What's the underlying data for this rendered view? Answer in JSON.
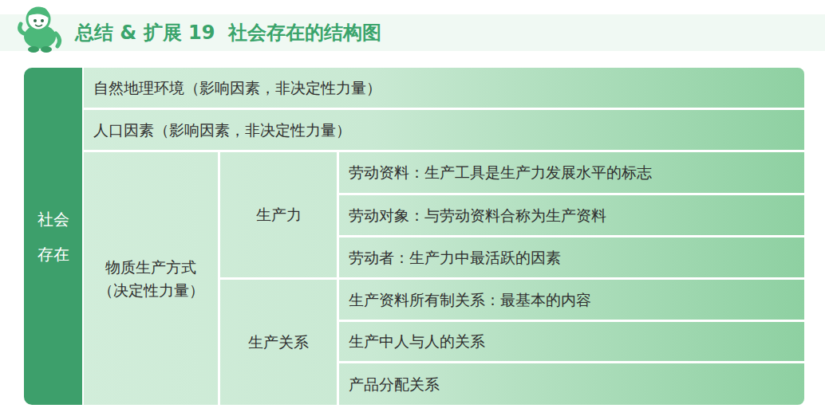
{
  "diagram": {
    "title": "总结 & 扩展 19  社会存在的结构图",
    "nodes": [
      {
        "text": [
          "社会存在"
        ]
      },
      {
        "text": [
          "自然地理环境（影响因素，非决定性力量）"
        ]
      },
      {
        "text": [
          "人口因素（影响因素，非决定性力量）"
        ]
      },
      {
        "text": [
          "物质生产方式 （决定性力量）"
        ]
      },
      {
        "text": [
          "生产力"
        ]
      },
      {
        "text": [
          "劳动资料：生产工具是生产力发展水平的标志"
        ]
      },
      {
        "text": [
          "劳动对象：与劳动资料合称为生产资料"
        ]
      },
      {
        "text": [
          "劳动者：生产力中最活跃的因素"
        ]
      },
      {
        "text": [
          "生产关系"
        ]
      },
      {
        "text": [
          "生产资料所有制关系：最基本的内容"
        ]
      },
      {
        "text": [
          "生产中人与人的关系"
        ]
      },
      {
        "text": [
          "产品分配关系"
        ]
      }
    ]
  }
}
